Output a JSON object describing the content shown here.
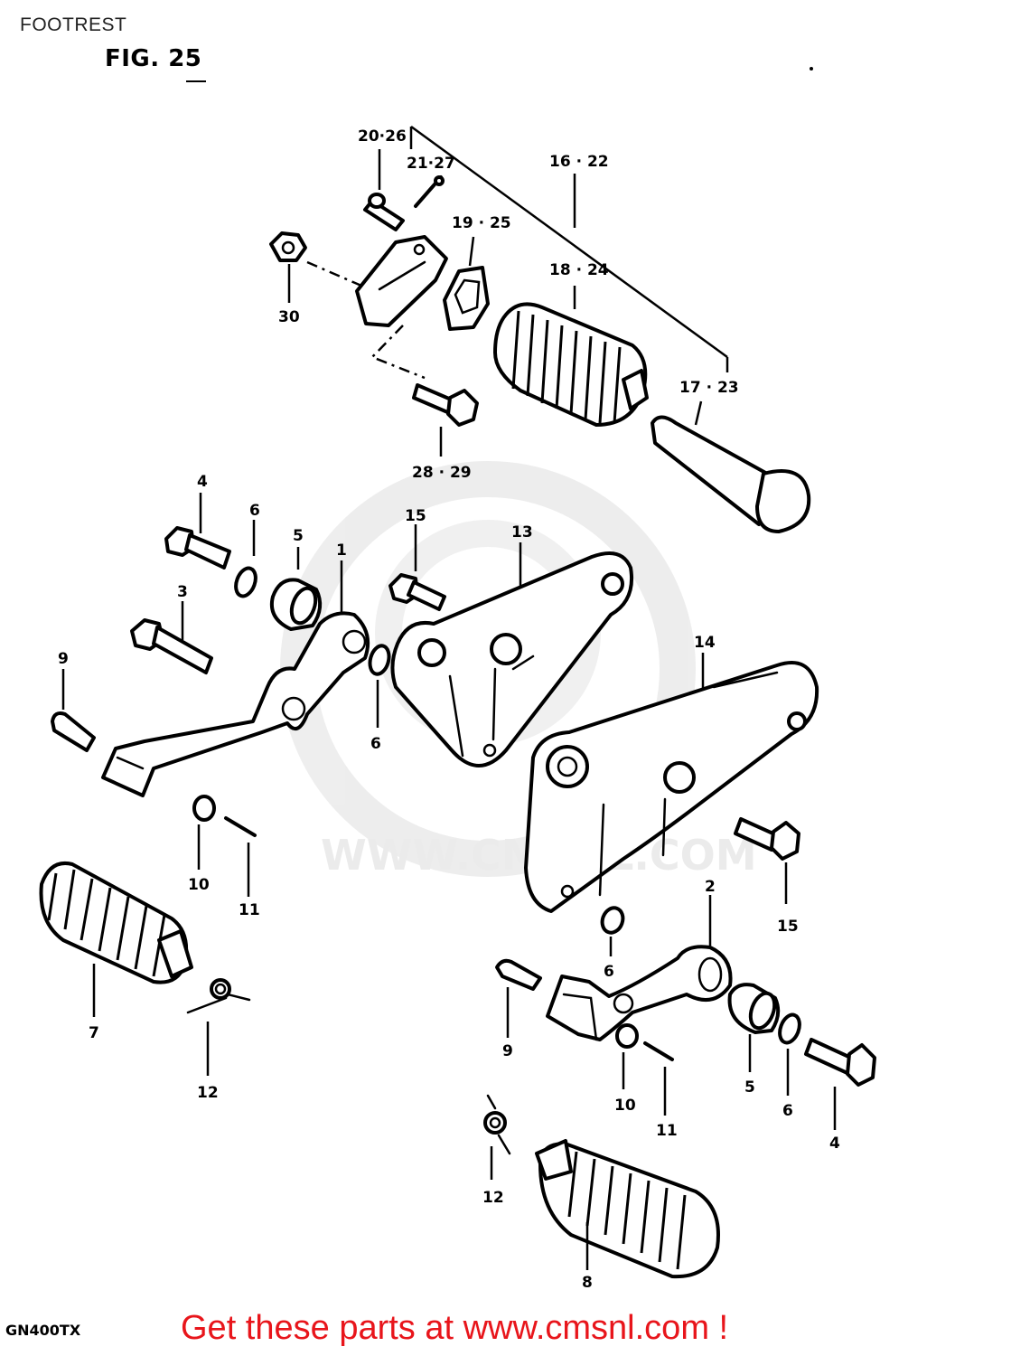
{
  "page_title": "FOOTREST",
  "figure_label": "FIG. 25",
  "model_code": "GN400TX",
  "watermark": "WWW.CMSNL.COM",
  "footer": "Get these parts at www.cmsnl.com !",
  "callouts": [
    {
      "id": "c2026",
      "text": "20·26"
    },
    {
      "id": "c2127",
      "text": "21·27"
    },
    {
      "id": "c1622",
      "text": "16 · 22"
    },
    {
      "id": "c1925",
      "text": "19 · 25"
    },
    {
      "id": "c1824",
      "text": "18 · 24"
    },
    {
      "id": "c30",
      "text": "30"
    },
    {
      "id": "c1723",
      "text": "17 · 23"
    },
    {
      "id": "c2829",
      "text": "28 · 29"
    },
    {
      "id": "c4a",
      "text": "4"
    },
    {
      "id": "c6a",
      "text": "6"
    },
    {
      "id": "c5a",
      "text": "5"
    },
    {
      "id": "c1",
      "text": "1"
    },
    {
      "id": "c15a",
      "text": "15"
    },
    {
      "id": "c13",
      "text": "13"
    },
    {
      "id": "c3",
      "text": "3"
    },
    {
      "id": "c14",
      "text": "14"
    },
    {
      "id": "c9a",
      "text": "9"
    },
    {
      "id": "c6b",
      "text": "6"
    },
    {
      "id": "c10a",
      "text": "10"
    },
    {
      "id": "c11a",
      "text": "11"
    },
    {
      "id": "c2",
      "text": "2"
    },
    {
      "id": "c15b",
      "text": "15"
    },
    {
      "id": "c7",
      "text": "7"
    },
    {
      "id": "c6c",
      "text": "6"
    },
    {
      "id": "c12a",
      "text": "12"
    },
    {
      "id": "c9b",
      "text": "9"
    },
    {
      "id": "c10b",
      "text": "10"
    },
    {
      "id": "c11b",
      "text": "11"
    },
    {
      "id": "c5b",
      "text": "5"
    },
    {
      "id": "c6d",
      "text": "6"
    },
    {
      "id": "c4b",
      "text": "4"
    },
    {
      "id": "c12b",
      "text": "12"
    },
    {
      "id": "c8",
      "text": "8"
    }
  ]
}
